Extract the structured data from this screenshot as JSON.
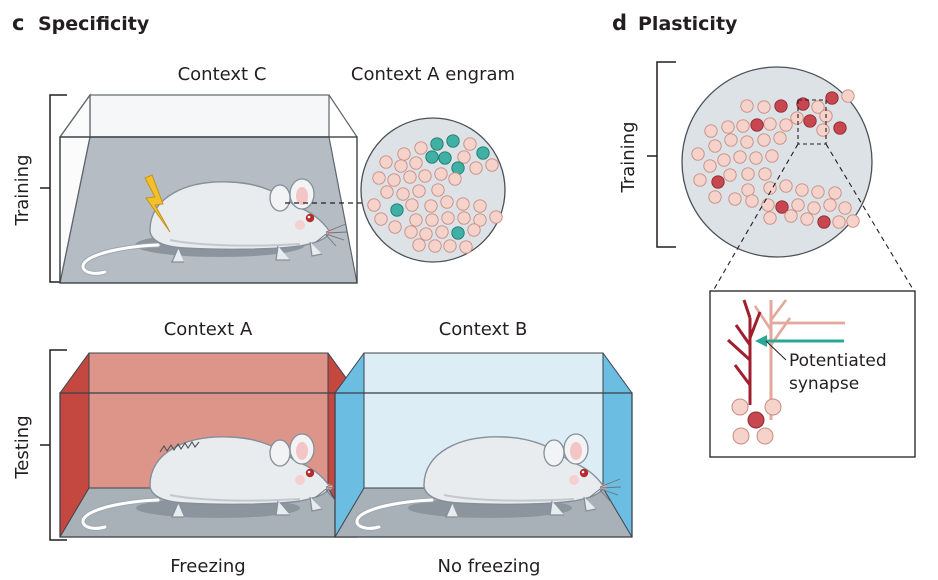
{
  "panel_c": {
    "letter": "c",
    "title": "Specificity",
    "training_label": "Training",
    "testing_label": "Testing",
    "context_c": "Context C",
    "context_a_engram": "Context A engram",
    "context_a": "Context A",
    "context_b": "Context B",
    "freezing": "Freezing",
    "no_freezing": "No freezing"
  },
  "panel_d": {
    "letter": "d",
    "title": "Plasticity",
    "training_label": "Training",
    "annotation_line1": "Potentiated",
    "annotation_line2": "synapse"
  },
  "colors": {
    "cell_pale": "#f6d3ca",
    "cell_red": "#c8464f",
    "cell_teal": "#3fb0a3",
    "context_a_wall": "#dd9589",
    "context_a_side": "#c4483f",
    "context_b_wall": "#dcedf6",
    "context_b_side": "#6bbde2",
    "box_floor": "#a6afb8",
    "circle_fill": "#dde2e6",
    "synapse_arrow": "#2aa895",
    "shock_bolt": "#f3c02a"
  },
  "icons": [
    "lightning-bolt-icon",
    "mouse-icon",
    "cell-icon"
  ]
}
